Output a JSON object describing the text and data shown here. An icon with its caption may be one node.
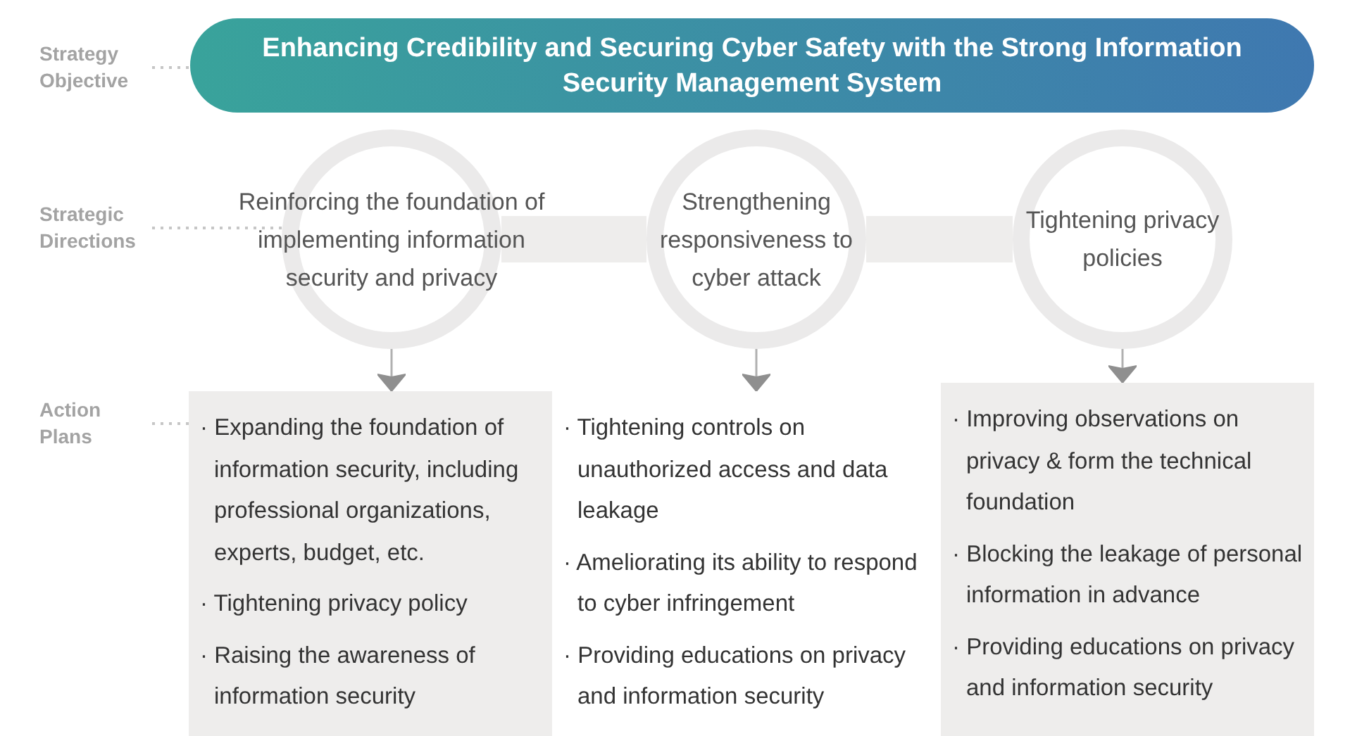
{
  "diagram": {
    "nodes": [
      {
        "text": [
          "Strategy Objective"
        ]
      },
      {
        "text": [
          "Enhancing Credibility and Securing Cyber Safety with the Strong Information Security Management System"
        ]
      },
      {
        "text": [
          "Strategic Directions"
        ]
      },
      {
        "text": [
          "Reinforcing the foundation of implementing information security and privacy"
        ]
      },
      {
        "text": [
          "Strengthening responsiveness to cyber attack"
        ]
      },
      {
        "text": [
          "Tightening privacy policies"
        ]
      },
      {
        "text": [
          "Action Plans"
        ]
      },
      {
        "text": [
          "· Expanding the foundation of information security, including professional organizations, experts, budget, etc.",
          "· Tightening privacy policy",
          "· Raising the awareness of information security"
        ]
      },
      {
        "text": [
          "· Tightening controls on unauthorized access and data leakage",
          "· Ameliorating its ability to respond to cyber infringement",
          "· Providing educations on privacy and information security"
        ]
      },
      {
        "text": [
          "· Improving observations on privacy & form the technical foundation",
          "· Blocking the leakage of personal information in advance",
          "· Providing educations on privacy and information security"
        ]
      }
    ],
    "edges": [
      {
        "from": 0,
        "to": 1,
        "arrow": "none",
        "style": "dashed"
      },
      {
        "from": 2,
        "to": 3,
        "arrow": "none",
        "style": "dashed"
      },
      {
        "from": 3,
        "to": 4,
        "arrow": "none",
        "style": "thick"
      },
      {
        "from": 4,
        "to": 5,
        "arrow": "none",
        "style": "thick"
      },
      {
        "from": 6,
        "to": 7,
        "arrow": "none",
        "style": "dashed"
      },
      {
        "from": 3,
        "to": 7,
        "arrow": "to"
      },
      {
        "from": 4,
        "to": 8,
        "arrow": "to"
      },
      {
        "from": 5,
        "to": 9,
        "arrow": "to"
      }
    ]
  }
}
